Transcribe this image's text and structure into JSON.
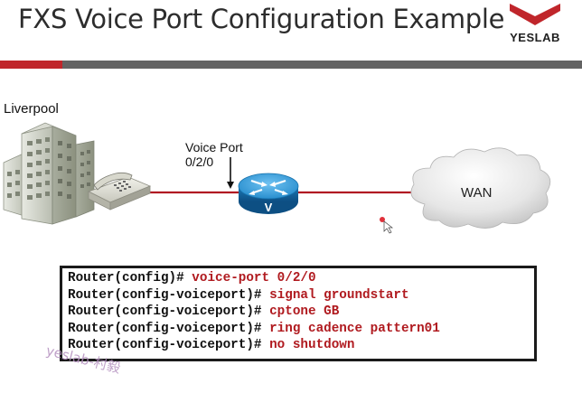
{
  "slide": {
    "title": "FXS Voice Port Configuration Example",
    "logo_text": "YESLAB"
  },
  "colors": {
    "accent_red": "#c0262b",
    "title_bar_gray": "#636363",
    "link_line": "#b11a22",
    "command_red": "#b01a1f",
    "router_blue": "#1e86c8"
  },
  "diagram": {
    "site_label": "Liverpool",
    "voice_port_label": "Voice Port",
    "voice_port_id": "0/2/0",
    "wan_label": "WAN",
    "icons": [
      "building-icon",
      "telephone-icon",
      "router-icon",
      "cloud-icon",
      "arrow-down-icon"
    ]
  },
  "cli": {
    "lines": [
      {
        "prompt": "Router(config)#",
        "command": "voice-port 0/2/0"
      },
      {
        "prompt": "Router(config-voiceport)#",
        "command": "signal groundstart"
      },
      {
        "prompt": "Router(config-voiceport)#",
        "command": "cptone GB"
      },
      {
        "prompt": "Router(config-voiceport)#",
        "command": "ring cadence pattern01"
      },
      {
        "prompt": "Router(config-voiceport)#",
        "command": "no shutdown"
      }
    ]
  },
  "watermark": "yeslab-村毅"
}
